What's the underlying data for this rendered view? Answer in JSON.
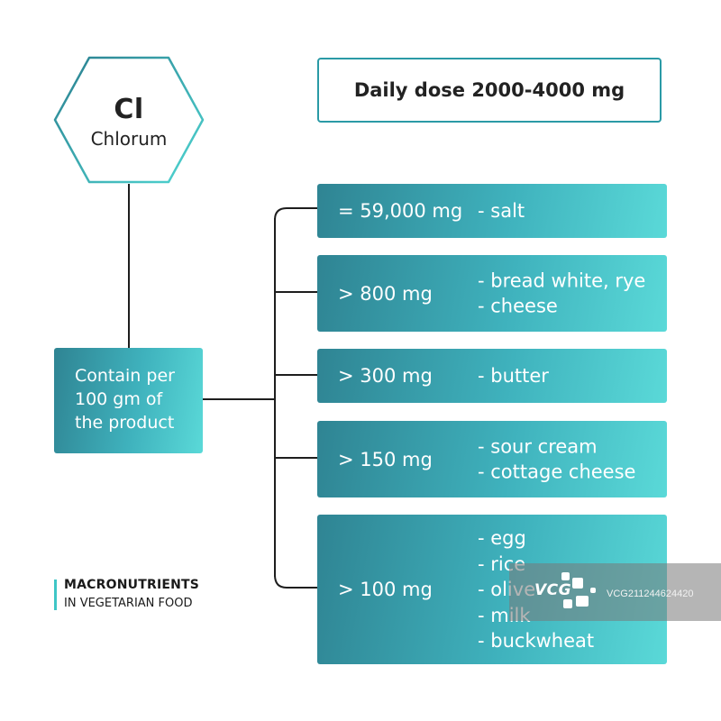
{
  "element": {
    "symbol": "Cl",
    "name": "Chlorum"
  },
  "daily_dose": "Daily dose 2000-4000 mg",
  "source": {
    "label": "Contain per 100 gm of the product"
  },
  "rows": [
    {
      "amount": "= 59,000 mg",
      "foods": [
        "- salt"
      ]
    },
    {
      "amount": "> 800 mg",
      "foods": [
        "- bread white, rye",
        "- cheese"
      ]
    },
    {
      "amount": "> 300 mg",
      "foods": [
        "- butter"
      ]
    },
    {
      "amount": "> 150 mg",
      "foods": [
        "- sour cream",
        "- cottage cheese"
      ]
    },
    {
      "amount": "> 100 mg",
      "foods": [
        "- egg",
        "- rice",
        "- olive",
        "- milk",
        "- buckwheat"
      ]
    }
  ],
  "caption": {
    "title": "MACRONUTRIENTS",
    "subtitle": "IN VEGETARIAN FOOD"
  },
  "watermark": {
    "brand": "VCG",
    "id": "VCG211244624420"
  },
  "colors": {
    "teal_dark": "#2f8493",
    "teal_light": "#5ad9d8",
    "hex_stroke_start": "#2a7f8f",
    "hex_stroke_end": "#4fd6d2",
    "text_dark": "#222222"
  }
}
